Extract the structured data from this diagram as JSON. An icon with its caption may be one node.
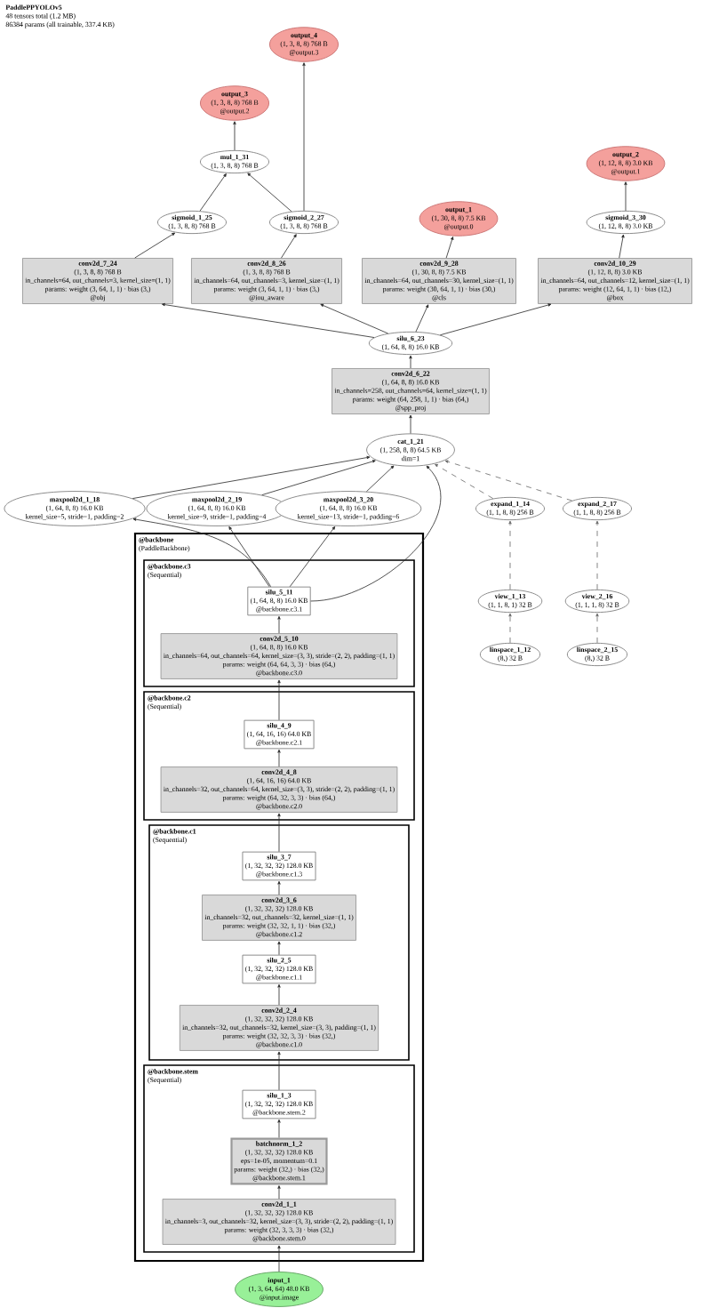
{
  "diagram": {
    "title": "PaddlePPYOLOv5",
    "labels": [
      "48 tensors total (1.2 MB)",
      "86384 params (all trainable, 337.4 KB)"
    ],
    "nodes": [
      {
        "text": [
          "output_4",
          "(1, 3, 8, 8) 768 B",
          "@output.3"
        ]
      },
      {
        "text": [
          "output_3",
          "(1, 3, 8, 8) 768 B",
          "@output.2"
        ]
      },
      {
        "text": [
          "mul_1_31",
          "(1, 3, 8, 8) 768 B"
        ]
      },
      {
        "text": [
          "output_2",
          "(1, 12, 8, 8) 3.0 KB",
          "@output.1"
        ]
      },
      {
        "text": [
          "output_1",
          "(1, 30, 8, 8) 7.5 KB",
          "@output.0"
        ]
      },
      {
        "text": [
          "sigmoid_1_25",
          "(1, 3, 8, 8) 768 B"
        ]
      },
      {
        "text": [
          "sigmoid_2_27",
          "(1, 3, 8, 8) 768 B"
        ]
      },
      {
        "text": [
          "sigmoid_3_30",
          "(1, 12, 8, 8) 3.0 KB"
        ]
      },
      {
        "text": [
          "conv2d_7_24",
          "(1, 3, 8, 8) 768 B",
          "in_channels=64, out_channels=3, kernel_size=(1, 1)",
          "params: weight (3, 64, 1, 1) · bias (3,)",
          "@obj"
        ]
      },
      {
        "text": [
          "conv2d_8_26",
          "(1, 3, 8, 8) 768 B",
          "in_channels=64, out_channels=3, kernel_size=(1, 1)",
          "params: weight (3, 64, 1, 1) · bias (3,)",
          "@iou_aware"
        ]
      },
      {
        "text": [
          "conv2d_9_28",
          "(1, 30, 8, 8) 7.5 KB",
          "in_channels=64, out_channels=30, kernel_size=(1, 1)",
          "params: weight (30, 64, 1, 1) · bias (30,)",
          "@cls"
        ]
      },
      {
        "text": [
          "conv2d_10_29",
          "(1, 12, 8, 8) 3.0 KB",
          "in_channels=64, out_channels=12, kernel_size=(1, 1)",
          "params: weight (12, 64, 1, 1) · bias (12,)",
          "@box"
        ]
      },
      {
        "text": [
          "silu_6_23",
          "(1, 64, 8, 8) 16.0 KB"
        ]
      },
      {
        "text": [
          "conv2d_6_22",
          "(1, 64, 8, 8) 16.0 KB",
          "in_channels=258, out_channels=64, kernel_size=(1, 1)",
          "params: weight (64, 258, 1, 1) · bias (64,)",
          "@spp_proj"
        ]
      },
      {
        "text": [
          "cat_1_21",
          "(1, 258, 8, 8) 64.5 KB",
          "dim=1"
        ]
      },
      {
        "text": [
          "maxpool2d_1_18",
          "(1, 64, 8, 8) 16.0 KB",
          "kernel_size=5, stride=1, padding=2"
        ]
      },
      {
        "text": [
          "maxpool2d_2_19",
          "(1, 64, 8, 8) 16.0 KB",
          "kernel_size=9, stride=1, padding=4"
        ]
      },
      {
        "text": [
          "maxpool2d_3_20",
          "(1, 64, 8, 8) 16.0 KB",
          "kernel_size=13, stride=1, padding=6"
        ]
      },
      {
        "text": [
          "expand_1_14",
          "(1, 1, 8, 8) 256 B"
        ]
      },
      {
        "text": [
          "expand_2_17",
          "(1, 1, 8, 8) 256 B"
        ]
      },
      {
        "text": [
          "view_1_13",
          "(1, 1, 8, 1) 32 B"
        ]
      },
      {
        "text": [
          "view_2_16",
          "(1, 1, 1, 8) 32 B"
        ]
      },
      {
        "text": [
          "linspace_1_12",
          "(8,) 32 B"
        ]
      },
      {
        "text": [
          "linspace_2_15",
          "(8,) 32 B"
        ]
      },
      {
        "text": [
          "@backbone",
          "(PaddleBackbone)"
        ]
      },
      {
        "text": [
          "@backbone.c3",
          "(Sequential)"
        ],
        "in": 24
      },
      {
        "text": [
          "silu_5_11",
          "(1, 64, 8, 8) 16.0 KB",
          "@backbone.c3.1"
        ],
        "in": 25
      },
      {
        "text": [
          "conv2d_5_10",
          "(1, 64, 8, 8) 16.0 KB",
          "in_channels=64, out_channels=64, kernel_size=(3, 3), stride=(2, 2), padding=(1, 1)",
          "params: weight (64, 64, 3, 3) · bias (64,)",
          "@backbone.c3.0"
        ],
        "in": 25
      },
      {
        "text": [
          "@backbone.c2",
          "(Sequential)"
        ],
        "in": 24
      },
      {
        "text": [
          "silu_4_9",
          "(1, 64, 16, 16) 64.0 KB",
          "@backbone.c2.1"
        ],
        "in": 28
      },
      {
        "text": [
          "conv2d_4_8",
          "(1, 64, 16, 16) 64.0 KB",
          "in_channels=32, out_channels=64, kernel_size=(3, 3), stride=(2, 2), padding=(1, 1)",
          "params: weight (64, 32, 3, 3) · bias (64,)",
          "@backbone.c2.0"
        ],
        "in": 28
      },
      {
        "text": [
          "@backbone.c1",
          "(Sequential)"
        ],
        "in": 24
      },
      {
        "text": [
          "silu_3_7",
          "(1, 32, 32, 32) 128.0 KB",
          "@backbone.c1.3"
        ],
        "in": 31
      },
      {
        "text": [
          "conv2d_3_6",
          "(1, 32, 32, 32) 128.0 KB",
          "in_channels=32, out_channels=32, kernel_size=(1, 1)",
          "params: weight (32, 32, 1, 1) · bias (32,)",
          "@backbone.c1.2"
        ],
        "in": 31
      },
      {
        "text": [
          "silu_2_5",
          "(1, 32, 32, 32) 128.0 KB",
          "@backbone.c1.1"
        ],
        "in": 31
      },
      {
        "text": [
          "conv2d_2_4",
          "(1, 32, 32, 32) 128.0 KB",
          "in_channels=32, out_channels=32, kernel_size=(3, 3), padding=(1, 1)",
          "params: weight (32, 32, 3, 3) · bias (32,)",
          "@backbone.c1.0"
        ],
        "in": 31
      },
      {
        "text": [
          "@backbone.stem",
          "(Sequential)"
        ],
        "in": 24
      },
      {
        "text": [
          "silu_1_3",
          "(1, 32, 32, 32) 128.0 KB",
          "@backbone.stem.2"
        ],
        "in": 36
      },
      {
        "text": [
          "batchnorm_1_2",
          "(1, 32, 32, 32) 128.0 KB",
          "eps=1e-05, momentum=0.1",
          "params: weight (32,) · bias (32,)",
          "@backbone.stem.1"
        ],
        "in": 36
      },
      {
        "text": [
          "conv2d_1_1",
          "(1, 32, 32, 32) 128.0 KB",
          "in_channels=3, out_channels=32, kernel_size=(3, 3), stride=(2, 2), padding=(1, 1)",
          "params: weight (32, 3, 3, 3) · bias (32,)",
          "@backbone.stem.0"
        ],
        "in": 36
      },
      {
        "text": [
          "input_1",
          "(1, 3, 64, 64) 48.0 KB",
          "@input.image"
        ]
      }
    ],
    "edges": [
      {
        "from": 40,
        "to": 39,
        "arrow": "to"
      },
      {
        "from": 39,
        "to": 38,
        "arrow": "to"
      },
      {
        "from": 38,
        "to": 37,
        "arrow": "to"
      },
      {
        "from": 37,
        "to": 35,
        "arrow": "to"
      },
      {
        "from": 35,
        "to": 34,
        "arrow": "to"
      },
      {
        "from": 34,
        "to": 33,
        "arrow": "to"
      },
      {
        "from": 33,
        "to": 32,
        "arrow": "to"
      },
      {
        "from": 32,
        "to": 30,
        "arrow": "to"
      },
      {
        "from": 30,
        "to": 29,
        "arrow": "to"
      },
      {
        "from": 29,
        "to": 27,
        "arrow": "to"
      },
      {
        "from": 27,
        "to": 26,
        "arrow": "to"
      },
      {
        "from": 26,
        "to": 15,
        "arrow": "to"
      },
      {
        "from": 26,
        "to": 16,
        "arrow": "to"
      },
      {
        "from": 26,
        "to": 17,
        "arrow": "to"
      },
      {
        "from": 26,
        "to": 14,
        "arrow": "to"
      },
      {
        "from": 15,
        "to": 14,
        "arrow": "to"
      },
      {
        "from": 16,
        "to": 14,
        "arrow": "to"
      },
      {
        "from": 17,
        "to": 14,
        "arrow": "to"
      },
      {
        "from": 22,
        "to": 20,
        "arrow": "to",
        "style": "dashed"
      },
      {
        "from": 20,
        "to": 18,
        "arrow": "to",
        "style": "dashed"
      },
      {
        "from": 18,
        "to": 14,
        "arrow": "to",
        "style": "dashed"
      },
      {
        "from": 23,
        "to": 21,
        "arrow": "to",
        "style": "dashed"
      },
      {
        "from": 21,
        "to": 19,
        "arrow": "to",
        "style": "dashed"
      },
      {
        "from": 19,
        "to": 14,
        "arrow": "to",
        "style": "dashed"
      },
      {
        "from": 14,
        "to": 13,
        "arrow": "to"
      },
      {
        "from": 13,
        "to": 12,
        "arrow": "to"
      },
      {
        "from": 12,
        "to": 8,
        "arrow": "to"
      },
      {
        "from": 12,
        "to": 9,
        "arrow": "to"
      },
      {
        "from": 12,
        "to": 10,
        "arrow": "to"
      },
      {
        "from": 12,
        "to": 11,
        "arrow": "to"
      },
      {
        "from": 8,
        "to": 5,
        "arrow": "to"
      },
      {
        "from": 9,
        "to": 6,
        "arrow": "to"
      },
      {
        "from": 10,
        "to": 4,
        "arrow": "to"
      },
      {
        "from": 11,
        "to": 7,
        "arrow": "to"
      },
      {
        "from": 7,
        "to": 3,
        "arrow": "to"
      },
      {
        "from": 5,
        "to": 2,
        "arrow": "to"
      },
      {
        "from": 6,
        "to": 2,
        "arrow": "to"
      },
      {
        "from": 2,
        "to": 1,
        "arrow": "to"
      },
      {
        "from": 6,
        "to": 0,
        "arrow": "to"
      }
    ]
  }
}
